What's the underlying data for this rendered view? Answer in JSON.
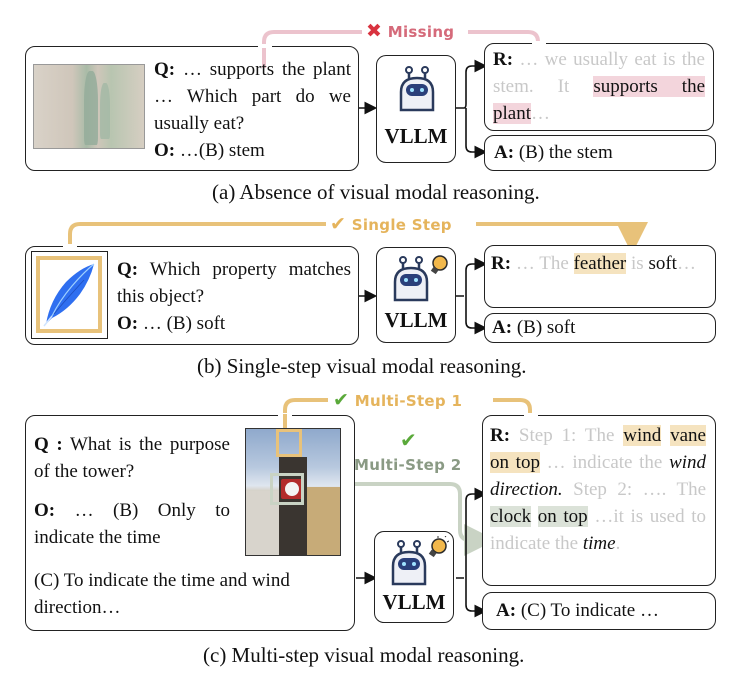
{
  "panels": [
    {
      "id": "a",
      "question_label": "Q:",
      "question_text": "… supports the plant … Which part do we usually eat?",
      "options_label": "O:",
      "options_text": "…(B) stem",
      "image_desc": "bamboo shoots on dry ground",
      "model_label": "VLLM",
      "reasoning_label": "R:",
      "reasoning_prefix_grey": "… we usually eat is the stem. It",
      "reasoning_highlight": "supports the plant",
      "reasoning_suffix_grey": "…",
      "answer_label": "A:",
      "answer_text": "(B) the stem",
      "annotation": "Missing",
      "annotation_icon": "x-mark-icon",
      "caption": "(a) Absence of visual modal reasoning."
    },
    {
      "id": "b",
      "question_label": "Q:",
      "question_text": "Which property matches this object?",
      "options_label": "O:",
      "options_text": "… (B) soft",
      "image_desc": "blue feather",
      "model_label": "VLLM",
      "reasoning_label": "R:",
      "reasoning_prefix_grey": "… The",
      "reasoning_highlight": "feather",
      "reasoning_mid_grey": "is",
      "reasoning_dark": "soft",
      "reasoning_suffix_grey": "…",
      "answer_label": "A:",
      "answer_text": "(B) soft",
      "annotation": "Single Step",
      "annotation_icon": "check-mark-icon",
      "caption": "(b) Single-step visual modal reasoning."
    },
    {
      "id": "c",
      "question_label": "Q :",
      "question_text": "What is the purpose of the tower?",
      "options_label": "O:",
      "options_text": "… (B) Only to indicate the time",
      "options_text_2": "(C) To indicate the time and wind direction…",
      "image_desc": "clock tower with wind vane",
      "model_label": "VLLM",
      "reasoning_label": "R:",
      "step1_prefix_grey": "Step 1: The",
      "step1_highlight_a": "wind",
      "step1_highlight_b": "vane on top",
      "step1_mid_grey": "… indicate the",
      "step1_italic": "wind direction.",
      "step2_prefix_grey": "Step 2: …. The",
      "step2_highlight_a": "clock",
      "step2_highlight_b": "on top",
      "step2_mid_grey": "…it is used to indicate the",
      "step2_italic": "time",
      "step2_end_grey": ".",
      "answer_label": "A:",
      "answer_text": "(C) To indicate …",
      "annotation_1": "Multi-Step 1",
      "annotation_2": "Multi-Step 2",
      "annotation_icon": "check-mark-icon",
      "caption": "(c) Multi-step visual modal reasoning."
    }
  ],
  "colors": {
    "missing_red": "#d9333f",
    "missing_line": "#ecc3cd",
    "gold": "#e8c27a",
    "gold_text": "#e5b45c",
    "sage": "#c9d3c4",
    "sage_text": "#8a9a84",
    "check_green": "#5aa93a"
  }
}
